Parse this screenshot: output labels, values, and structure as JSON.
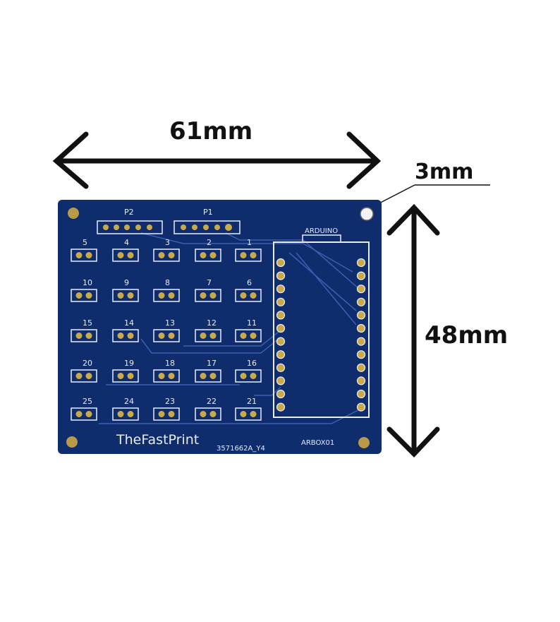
{
  "dimensions": {
    "width": "61mm",
    "height": "48mm",
    "hole": "3mm"
  },
  "board": {
    "brand": "TheFastPrint",
    "model": "ARBOX01",
    "part_number": "3571662A_Y4",
    "header_p2": "P2",
    "header_p1": "P1",
    "module_label": "ARDUINO",
    "pad_labels": [
      "1",
      "2",
      "3",
      "4",
      "5",
      "6",
      "7",
      "8",
      "9",
      "10",
      "11",
      "12",
      "13",
      "14",
      "15",
      "16",
      "17",
      "18",
      "19",
      "20",
      "21",
      "22",
      "23",
      "24",
      "25"
    ]
  },
  "colors": {
    "pcb": "#0f2c6c",
    "trace": "#3b5fb0",
    "silkscreen": "#e8ecf6",
    "pad": "#c9a94a"
  }
}
